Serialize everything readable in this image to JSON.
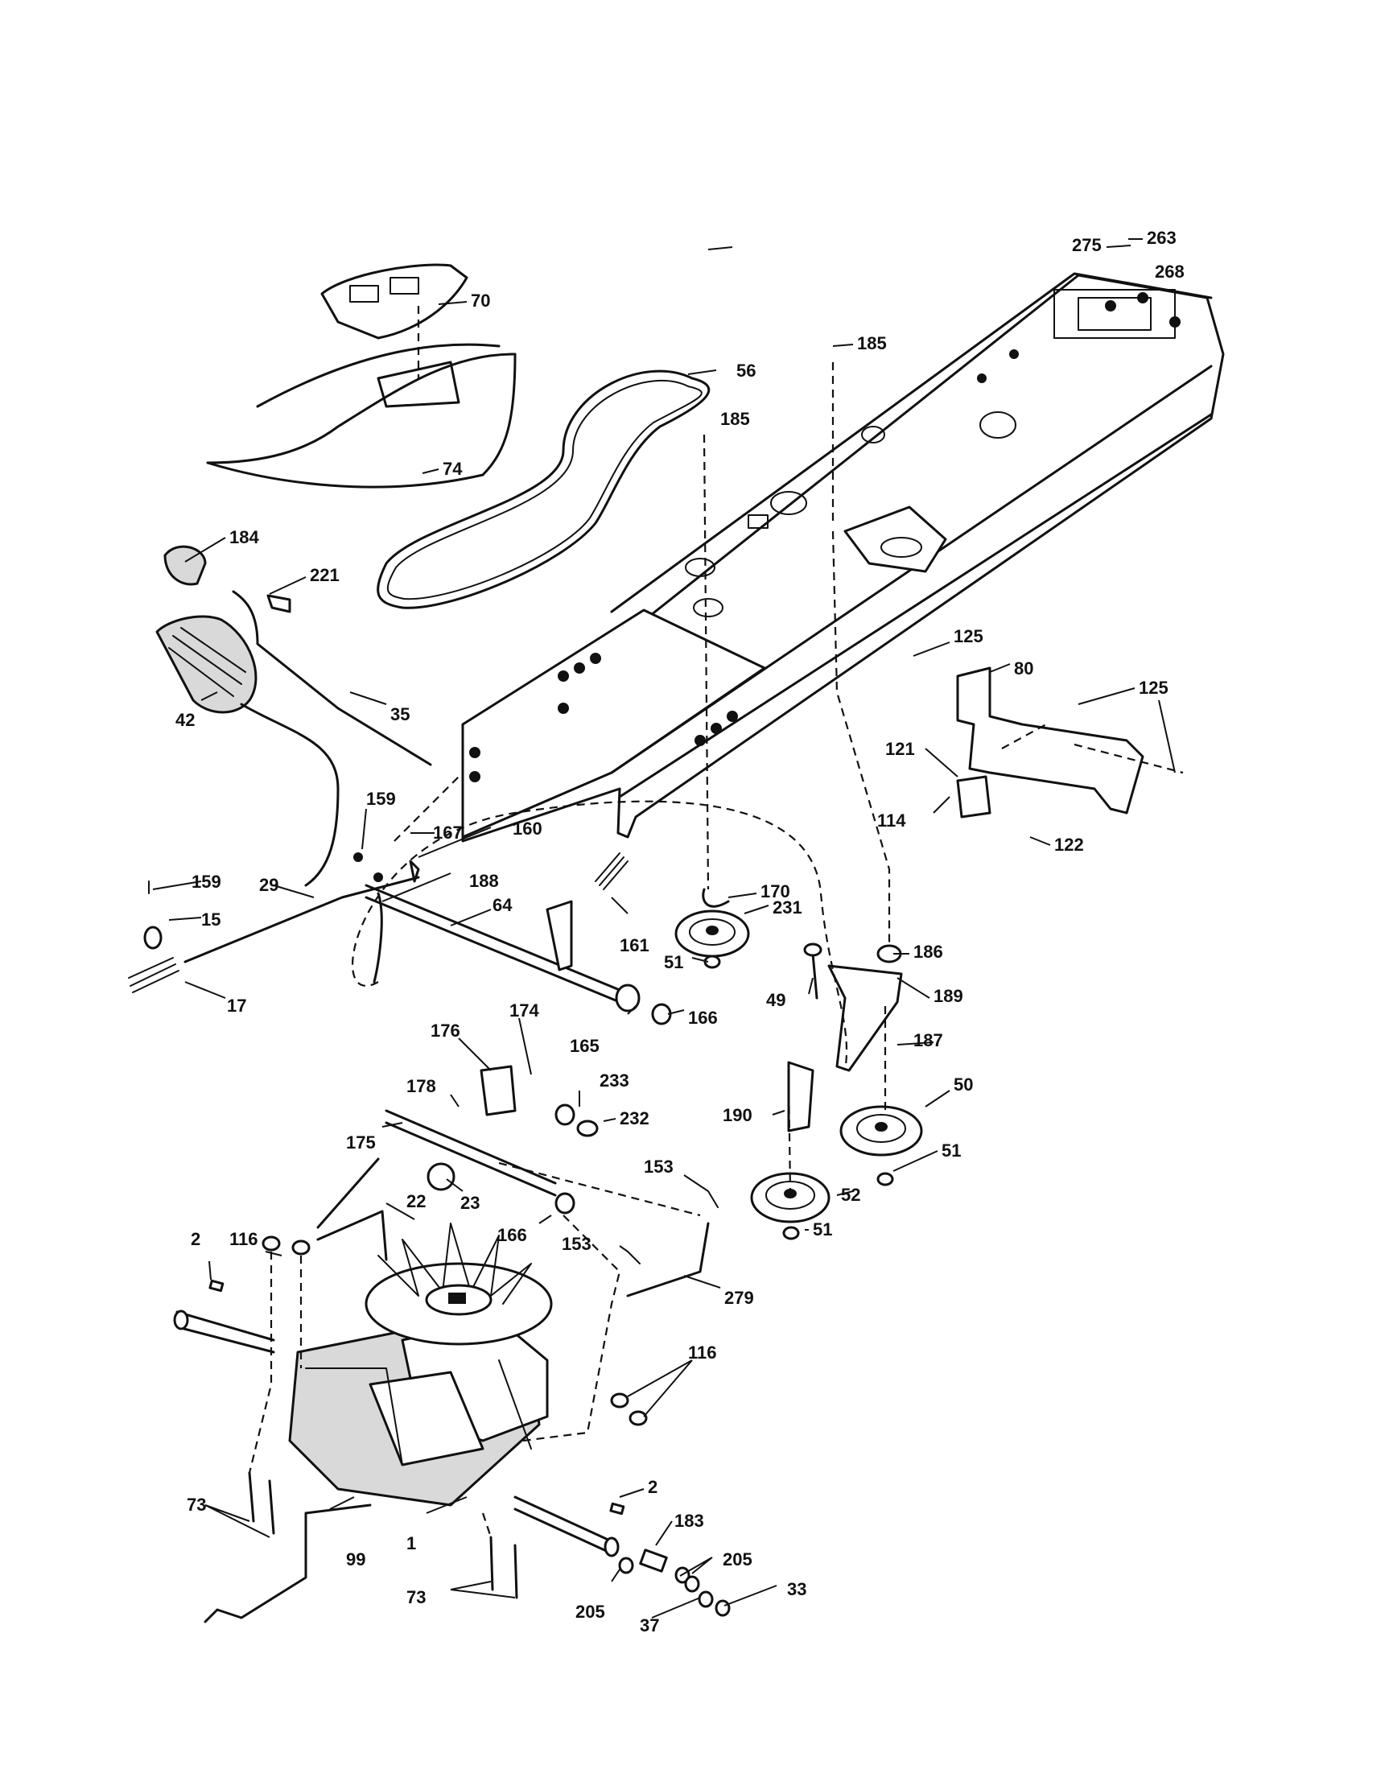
{
  "callouts": {
    "c263": "263",
    "c275": "275",
    "c268": "268",
    "c70": "70",
    "c185a": "185",
    "c56": "56",
    "c185b": "185",
    "c74": "74",
    "c184": "184",
    "c221": "221",
    "c35": "35",
    "c42": "42",
    "c125a": "125",
    "c80": "80",
    "c125b": "125",
    "c121": "121",
    "c114": "114",
    "c122": "122",
    "c159a": "159",
    "c167": "167",
    "c160": "160",
    "c159b": "159",
    "c29": "29",
    "c188": "188",
    "c64": "64",
    "c15": "15",
    "c17": "17",
    "c170": "170",
    "c231": "231",
    "c161": "161",
    "c51a": "51",
    "c186": "186",
    "c49": "49",
    "c189": "189",
    "c187": "187",
    "c165": "165",
    "c166a": "166",
    "c174": "174",
    "c176": "176",
    "c233": "233",
    "c232": "232",
    "c178": "178",
    "c175": "175",
    "c190": "190",
    "c50": "50",
    "c51b": "51",
    "c153a": "153",
    "c52": "52",
    "c51c": "51",
    "c22": "22",
    "c23": "23",
    "c166b": "166",
    "c2a": "2",
    "c116a": "116",
    "c153b": "153",
    "c279": "279",
    "c116b": "116",
    "c73a": "73",
    "c2b": "2",
    "c183": "183",
    "c99": "99",
    "c1": "1",
    "c205a": "205",
    "c205b": "205",
    "c73b": "73",
    "c33": "33",
    "c37": "37"
  }
}
